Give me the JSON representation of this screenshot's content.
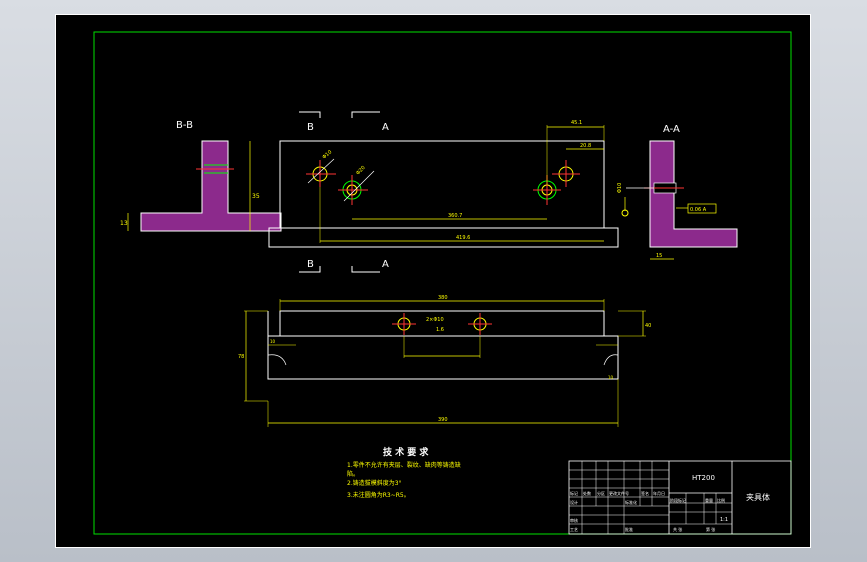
{
  "drawing": {
    "section_bb": "B-B",
    "section_aa": "A-A",
    "cut_b_top": "B",
    "cut_a_top": "A",
    "cut_b_bottom": "B",
    "cut_a_bottom": "A",
    "dim_bb_height": "35",
    "dim_bb_base": "13",
    "dim_front_right_w": "45.1",
    "dim_front_small": "20.8",
    "dim_front_hole_dist": "360.7",
    "dim_front_overall": "419.6",
    "dim_front_hole_dia": "Φ10",
    "dim_front_hole_dia2": "Φ20",
    "dim_aa_hole": "Φ10",
    "dim_aa_tol": "0.06 A",
    "dim_aa_base": "15",
    "dim_plan_length": "380",
    "dim_plan_hole": "2×Φ10",
    "dim_plan_right": "40",
    "dim_plan_left_h": "78",
    "dim_plan_bottom": "390",
    "dim_plan_left_small": "10",
    "dim_plan_left_small2": "10",
    "roughness": "1.6"
  },
  "notes": {
    "title": "技 术 要 求",
    "line1": "1.零件不允许有夹层、裂纹、缺肉等铸造缺",
    "line1b": "陷。",
    "line2": "2.铸造拔模斜度为3°",
    "line3": "3.未注圆角为R3~R5。"
  },
  "titleblock": {
    "material": "HT200",
    "part_name": "夹具体",
    "scale": "1:1",
    "r_mark": "标记",
    "r_count": "处数",
    "r_zone": "分区",
    "r_docno": "更改文件号",
    "r_sign": "签名",
    "r_date": "年月日",
    "r_design": "设计",
    "r_std": "标准化",
    "r_stage": "阶段标记",
    "r_weight": "重量",
    "r_ratio": "比例",
    "r_check": "审核",
    "r_process": "工艺",
    "r_approve": "批准",
    "r_sheets": "共 张",
    "r_sheet": "第 张"
  }
}
